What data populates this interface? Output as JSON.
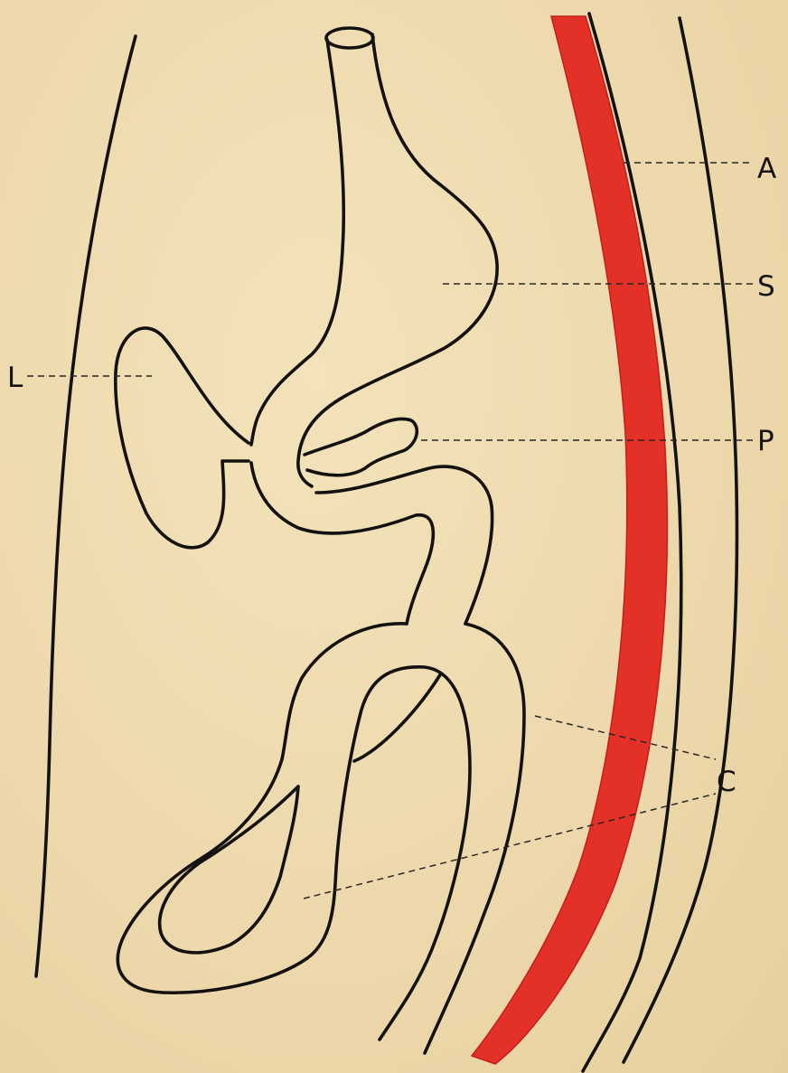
{
  "labels": {
    "aorta": "A",
    "stomach": "S",
    "pancreas": "P",
    "liver": "L",
    "colon": "C"
  },
  "colors": {
    "paper": "#efdcb0",
    "ink": "#141210",
    "aorta_red": "#e43128"
  }
}
